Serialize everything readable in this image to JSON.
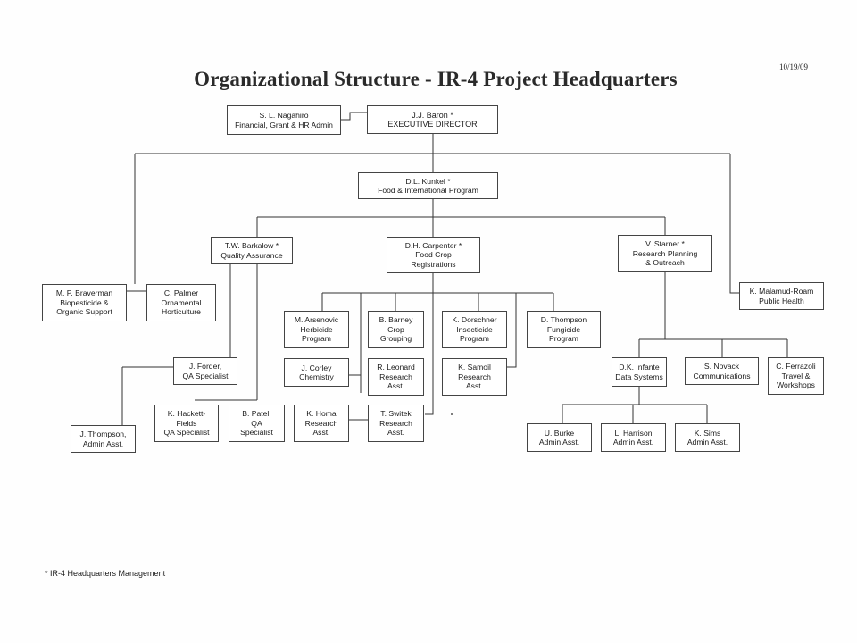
{
  "header": {
    "date": "10/19/09",
    "title": "Organizational Structure - IR-4 Project Headquarters"
  },
  "boxes": {
    "nagahiro": [
      "S. L. Nagahiro",
      "Financial, Grant & HR Admin"
    ],
    "baron": [
      "J.J. Baron *",
      "EXECUTIVE DIRECTOR"
    ],
    "kunkel": [
      "D.L. Kunkel *",
      "Food & International Program"
    ],
    "barkalow": [
      "T.W. Barkalow *",
      "Quality Assurance"
    ],
    "carpenter": [
      "D.H. Carpenter *",
      "Food Crop",
      "Registrations"
    ],
    "starner": [
      "V. Starner *",
      "Research Planning",
      "& Outreach"
    ],
    "braverman": [
      "M. P. Braverman",
      "Biopesticide &",
      "Organic Support"
    ],
    "palmer": [
      "C. Palmer",
      "Ornamental",
      "Horticulture"
    ],
    "malamud": [
      "K. Malamud-Roam",
      "Public Health"
    ],
    "arsenovic": [
      "M. Arsenovic",
      "Herbicide",
      "Program"
    ],
    "barney": [
      "B. Barney",
      "Crop",
      "Grouping"
    ],
    "dorschner": [
      "K. Dorschner",
      "Insecticide",
      "Program"
    ],
    "thompson_d": [
      "D. Thompson",
      "Fungicide",
      "Program"
    ],
    "corley": [
      "J. Corley",
      "Chemistry"
    ],
    "leonard": [
      "R. Leonard",
      "Research",
      "Asst."
    ],
    "samoil": [
      "K. Samoil",
      "Research",
      "Asst."
    ],
    "homa": [
      "K. Homa",
      "Research",
      "Asst."
    ],
    "switek": [
      "T. Switek",
      "Research",
      "Asst."
    ],
    "forder": [
      "J. Forder,",
      "QA Specialist"
    ],
    "hackett": [
      "K. Hackett-",
      "Fields",
      "QA Specialist"
    ],
    "patel": [
      "B. Patel,",
      "QA",
      "Specialist"
    ],
    "thompson_j": [
      "J. Thompson,",
      "Admin Asst."
    ],
    "infante": [
      "D.K. Infante",
      "Data Systems"
    ],
    "novack": [
      "S. Novack",
      "Communications"
    ],
    "ferrazoli": [
      "C. Ferrazoli",
      "Travel &",
      "Workshops"
    ],
    "burke": [
      "U. Burke",
      "Admin Asst."
    ],
    "harrison": [
      "L. Harrison",
      "Admin Asst."
    ],
    "sims": [
      "K. Sims",
      "Admin Asst."
    ]
  },
  "footnote": "* IR-4 Headquarters Management"
}
